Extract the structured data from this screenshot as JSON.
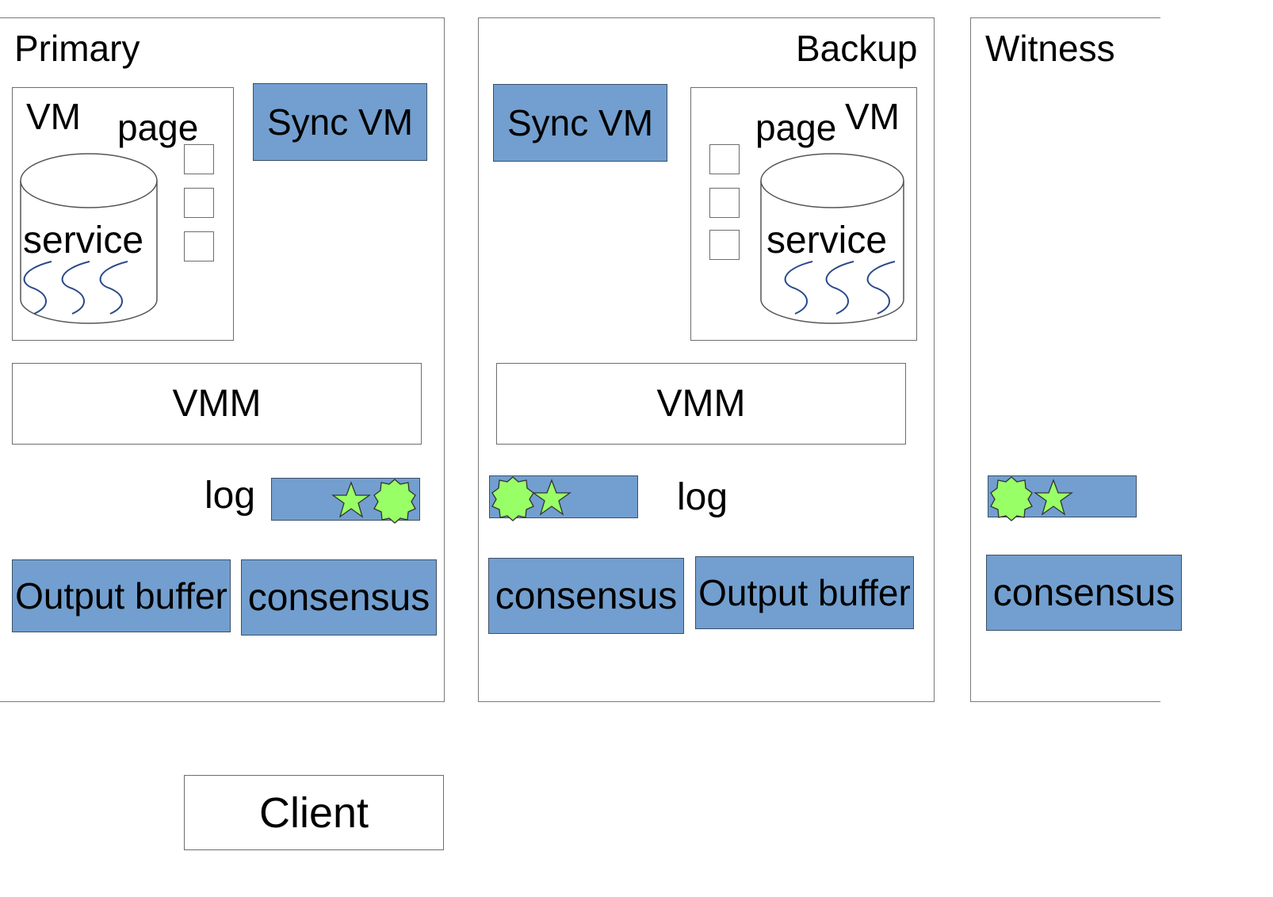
{
  "colors": {
    "box_blue": "#729fcf",
    "entry_green": "#99ff66",
    "wave_blue": "#2a4a8a"
  },
  "nodes": {
    "primary": {
      "title": "Primary",
      "vm_label": "VM",
      "page_label": "page",
      "service_label": "service",
      "sync_vm": "Sync VM",
      "vmm": "VMM",
      "log_label": "log",
      "output_buffer": "Output buffer",
      "consensus": "consensus"
    },
    "backup": {
      "title": "Backup",
      "vm_label": "VM",
      "page_label": "page",
      "service_label": "service",
      "sync_vm": "Sync VM",
      "vmm": "VMM",
      "log_label": "log",
      "output_buffer": "Output buffer",
      "consensus": "consensus"
    },
    "witness": {
      "title": "Witness",
      "consensus": "consensus"
    }
  },
  "client": {
    "label": "Client"
  },
  "log_entry_icons": [
    "star-icon",
    "burst-icon"
  ]
}
